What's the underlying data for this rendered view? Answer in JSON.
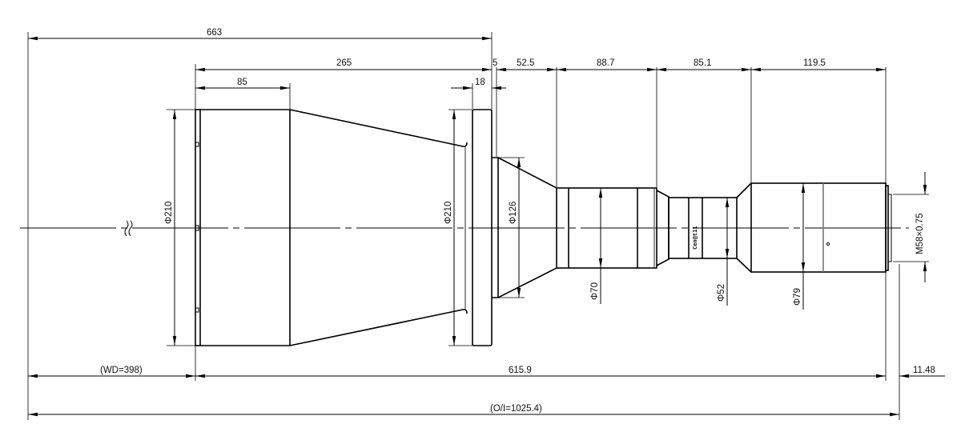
{
  "drawing": {
    "title": "Lens outline dimension drawing",
    "top_dimensions": {
      "total_front": "663",
      "body_front": "265",
      "barrel_front": "85",
      "flange_thickness": "18",
      "flange_gap": "5",
      "cone": "52.5",
      "barrel_1": "88.7",
      "barrel_2": "85.1",
      "barrel_3": "119.5"
    },
    "diameters": {
      "front": "Φ210",
      "flange": "Φ210",
      "step": "Φ126",
      "barrel_1": "Φ70",
      "barrel_2": "Φ52",
      "barrel_3": "Φ79",
      "thread": "M58×0.75"
    },
    "bottom_dimensions": {
      "working_distance": "(WD=398)",
      "lens_length": "615.9",
      "back_focus": "11.48",
      "object_to_image": "(O/I=1025.4)"
    },
    "logo_text": "Cen@t11"
  }
}
